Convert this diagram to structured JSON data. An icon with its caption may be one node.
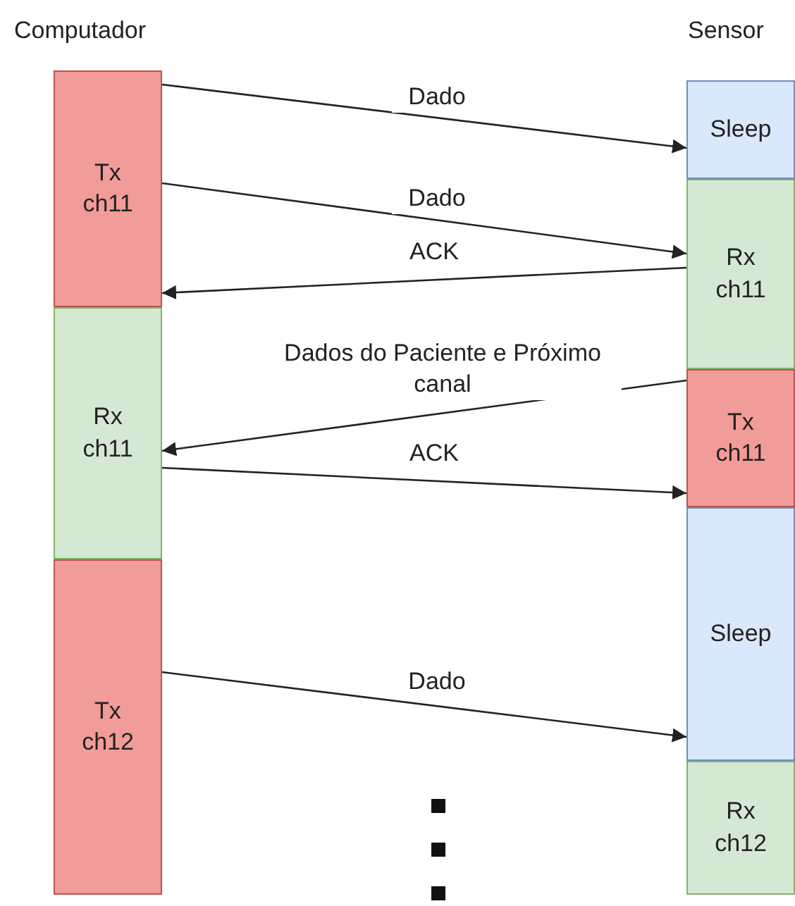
{
  "diagram": {
    "nodes": [
      {
        "text": [
          "Tx ch11"
        ]
      },
      {
        "text": [
          "Rx ch11"
        ]
      },
      {
        "text": [
          "Tx ch12"
        ]
      },
      {
        "text": [
          "Sleep"
        ]
      },
      {
        "text": [
          "Rx ch11"
        ]
      },
      {
        "text": [
          "Tx ch11"
        ]
      },
      {
        "text": [
          "Sleep"
        ]
      },
      {
        "text": [
          "Rx ch12"
        ]
      }
    ],
    "edges": [
      {
        "from": 0,
        "to": 3,
        "arrow": "to",
        "label": "Dado"
      },
      {
        "from": 0,
        "to": 4,
        "arrow": "to",
        "label": "Dado"
      },
      {
        "from": 4,
        "to": 0,
        "arrow": "to",
        "label": "ACK"
      },
      {
        "from": 5,
        "to": 1,
        "arrow": "to",
        "label": "Dados do Paciente e Próximo canal"
      },
      {
        "from": 1,
        "to": 5,
        "arrow": "to",
        "label": "ACK"
      },
      {
        "from": 2,
        "to": 6,
        "arrow": "to",
        "label": "Dado"
      }
    ],
    "labels": [
      "Computador",
      "Sensor"
    ]
  }
}
